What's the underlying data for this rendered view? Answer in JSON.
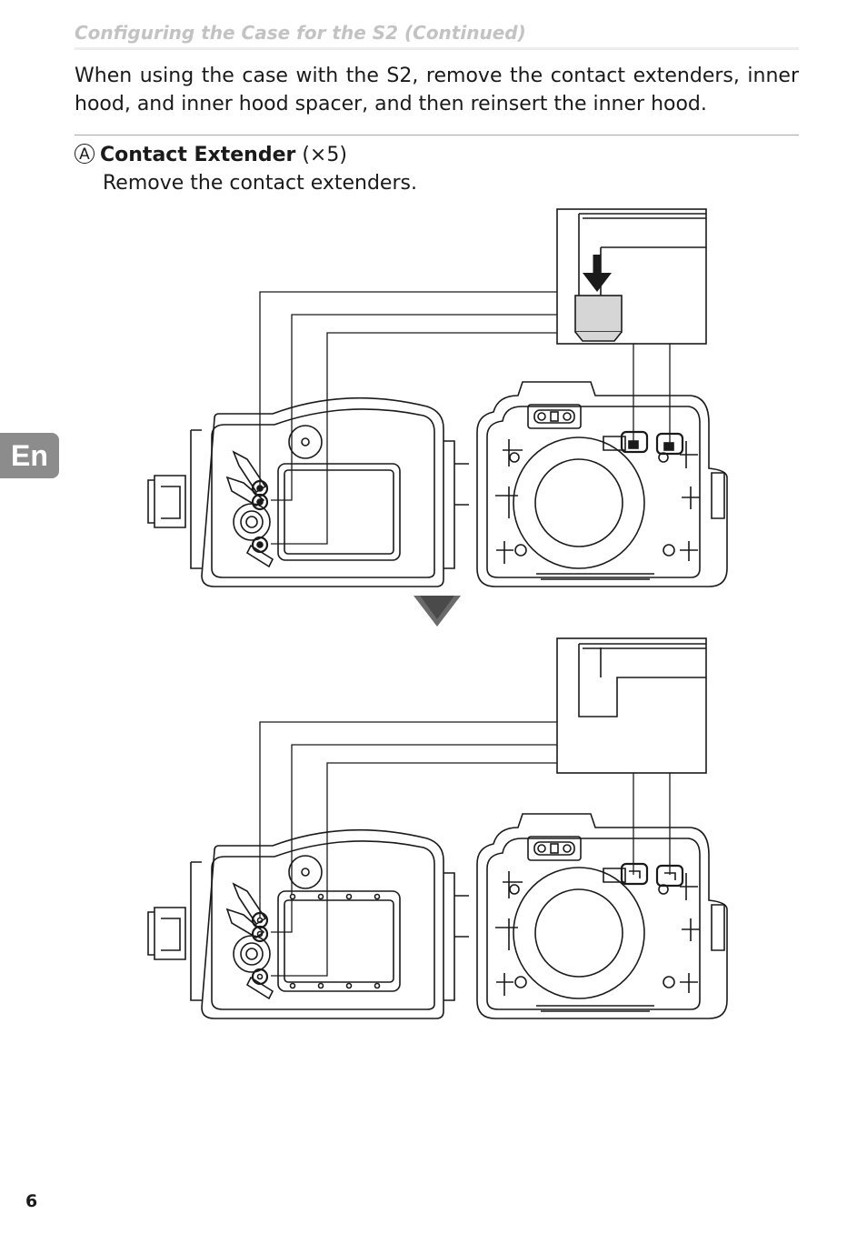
{
  "header": {
    "running_head": "Configuring the Case for the S2 (Continued)"
  },
  "intro": "When using the case with the S2, remove the contact extenders, inner hood, and inner hood spacer, and then reinsert the inner hood.",
  "item": {
    "letter": "A",
    "title": "Contact Extender",
    "count": "(×5)",
    "description": "Remove the contact extenders."
  },
  "language_tab": "En",
  "page_number": "6",
  "colors": {
    "line": "#1a1a1a",
    "tab": "#8c8c8c",
    "extender_fill": "#d6d6d6",
    "head_text": "#c3c3c3"
  }
}
